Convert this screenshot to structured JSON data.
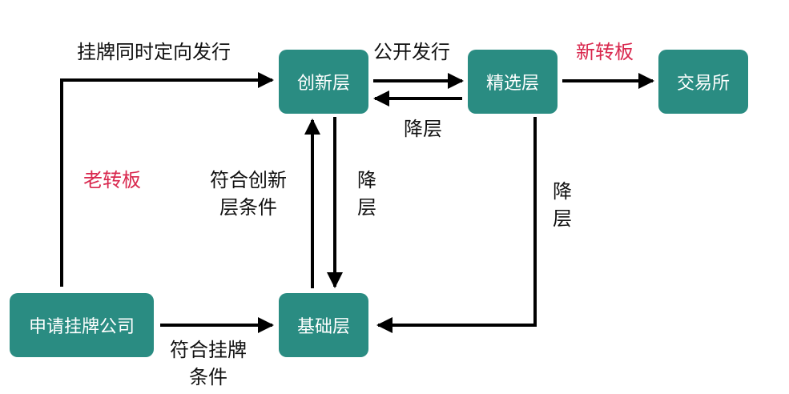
{
  "nodes": {
    "innovation": "创新层",
    "select": "精选层",
    "exchange": "交易所",
    "applicant": "申请挂牌公司",
    "basic": "基础层"
  },
  "labels": {
    "listing_directed": "挂牌同时定向发行",
    "public_offering": "公开发行",
    "new_board": "新转板",
    "old_board": "老转板",
    "downgrade_top": "降层",
    "meets_innovation_line1": "符合创新",
    "meets_innovation_line2": "层条件",
    "downgrade_mid_line1": "降",
    "downgrade_mid_line2": "层",
    "downgrade_right_line1": "降",
    "downgrade_right_line2": "层",
    "meets_listing_line1": "符合挂牌",
    "meets_listing_line2": "条件"
  },
  "colors": {
    "node_fill": "#2a8c82",
    "node_text": "#ffffff",
    "arrow": "#000000",
    "highlight_text": "#d9284e"
  }
}
